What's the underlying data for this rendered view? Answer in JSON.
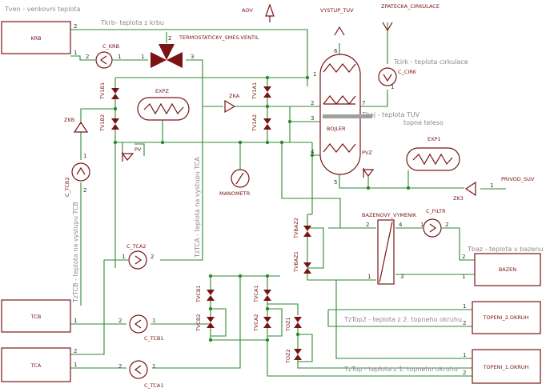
{
  "boxes": {
    "krb": "KRB",
    "tcb": "TCB",
    "tca": "TCA",
    "bazen": "BAZEN",
    "topeni2": "TOPENI_2.OKRUH",
    "topeni1": "TOPENI_1.OKRUH"
  },
  "tags": {
    "aov": "AOV",
    "vystup_tuv": "VYSTUP_TUV",
    "zpatecka": "ZPATECKA_CIRKULACE",
    "termo": "TERMOSTATICKY_SMES.VENTIL",
    "c_krb": "C_KRB",
    "tv1b1": "TV1B1",
    "tv1b2": "TV1B2",
    "expz": "EXPZ",
    "zka": "ZKA",
    "tv1a1": "TV1A1",
    "tv1a2": "TV1A2",
    "zkb": "ZKB",
    "pv": "PV",
    "manometr": "MANOMETR",
    "bojler": "BOJLER",
    "c_cirk": "C_CIRK",
    "pvz": "PVZ",
    "exp1": "EXP1",
    "privod": "PRIVOD_SUV",
    "zk3": "ZK3",
    "c_tcb2": "C_TCB2",
    "bazen_vym": "BAZENOVY_VYMENIK",
    "c_filtr": "C_FILTR",
    "tvbaz2": "TVBAZ2",
    "tvbaz1": "TVBAZ1",
    "c_tca2": "C_TCA2",
    "tvcb1": "TVCB1",
    "tvcb2": "TVCB2",
    "tvca1": "TVCA1",
    "tvca2": "TVCA2",
    "toz1": "TOZ1",
    "toz2": "TOZ2",
    "c_tcb1": "C_TCB1",
    "c_tca1": "C_TCA1"
  },
  "labels": {
    "tven": "Tven - venkovni teplota",
    "tkrb": "Tkrb- teplota z krbu",
    "tcirk": "Tcirk - teplota cirkulace",
    "tboj": "Tboj - teplota TUV",
    "topne": "topne teleso",
    "tbaz": "Tbaz - teplota v bazenu",
    "tztcb": "TzTCB - teplota na vystupu TCB",
    "tztca": "TzTCA - teplota na vystupu TCA",
    "tztop2": "TzTop2 - teplota z 2. topneho okruhu",
    "tztop": "TzTop - teplota z 1. topneho okruhu"
  },
  "pins": {
    "one": "1",
    "two": "2",
    "three": "3",
    "four": "4",
    "five": "5",
    "six": "6",
    "seven": "7"
  },
  "colors": {
    "wire": "#2d8a2d",
    "component": "#7a1414",
    "temperature_label": "#8a8a8a",
    "heating_element": "#a0a0a0"
  }
}
